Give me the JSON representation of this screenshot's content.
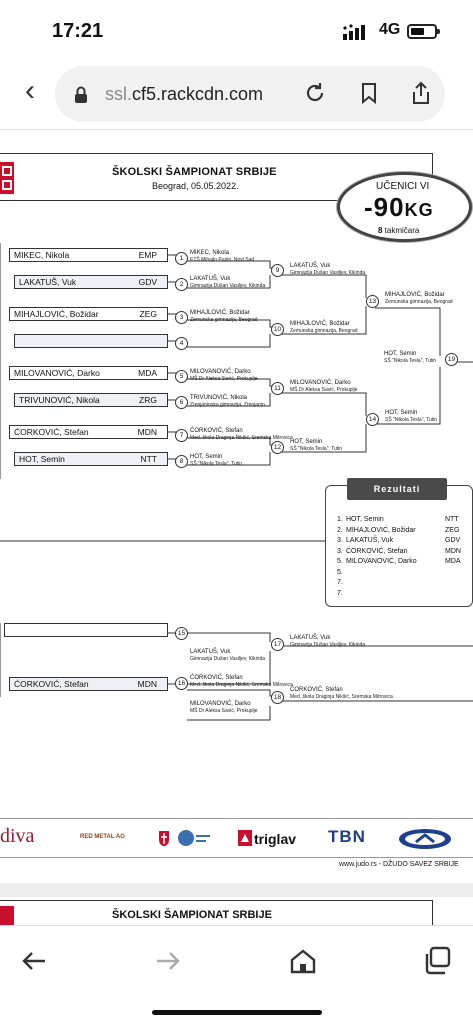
{
  "status": {
    "time": "17:21",
    "network": "4G",
    "battery_level": 0.6
  },
  "browser": {
    "url_dim": "ssl.",
    "url_main": "cf5.rackcdn.com"
  },
  "doc": {
    "title": "ŠKOLSKI ŠAMPIONAT SRBIJE",
    "subtitle": "Beograd, 05.05.2022.",
    "category_line1": "UČENICI VI",
    "weight": "-90",
    "weight_unit": "KG",
    "count": "8",
    "count_label": " takmičara",
    "entries": [
      {
        "name": "MIKEC, Nikola",
        "club": "EMP"
      },
      {
        "name": "LAKATUŠ, Vuk",
        "club": "GDV"
      },
      {
        "name": "MIHAJLOVIĆ, Božidar",
        "club": "ZEG"
      },
      {
        "name": "",
        "club": ""
      },
      {
        "name": "MILOVANOVIĆ, Darko",
        "club": "MDA"
      },
      {
        "name": "TRIVUNOVIĆ, Nikola",
        "club": "ZRG"
      },
      {
        "name": "ĆORKOVIĆ, Stefan",
        "club": "MDN"
      },
      {
        "name": "HOT, Semin",
        "club": "NTT"
      }
    ],
    "r1": [
      {
        "name": "MIKEC, Nikola",
        "school": "ETŠ Mihajlo Pupin, Novi Sad"
      },
      {
        "name": "LAKATUŠ, Vuk",
        "school": "Gimnazija Dušan Vasiljev, Kikinda"
      },
      {
        "name": "MIHAJLOVIĆ, Božidar",
        "school": "Zemunska gimnazija, Beograd"
      },
      {
        "name": "",
        "school": ""
      },
      {
        "name": "MILOVANOVIĆ, Darko",
        "school": "MŠ Dr Aleksa Savić, Prokuplje"
      },
      {
        "name": "TRIVUNOVIĆ, Nikola",
        "school": "Zrenjaninska gimnazija, Zrenjanin"
      },
      {
        "name": "ĆORKOVIĆ, Stefan",
        "school": "Med. škola Draginja Nikšić, Sremska Mitrovica"
      },
      {
        "name": "HOT, Semin",
        "school": "SŠ \"Nikola Tesla\", Tutin"
      }
    ],
    "r2": [
      {
        "name": "LAKATUŠ, Vuk",
        "school": "Gimnazija Dušan Vasiljev, Kikinda"
      },
      {
        "name": "MIHAJLOVIĆ, Božidar",
        "school": "Zemunska gimnazija, Beograd"
      },
      {
        "name": "MILOVANOVIĆ, Darko",
        "school": "MŠ Dr Aleksa Savić, Prokuplje"
      },
      {
        "name": "HOT, Semin",
        "school": "SŠ \"Nikola Tesla\", Tutin"
      }
    ],
    "r3": [
      {
        "name": "MIHAJLOVIĆ, Božidar",
        "school": "Zemunska gimnazija, Beograd"
      },
      {
        "name": "HOT, Semin",
        "school": "SŠ \"Nikola Tesla\", Tutin"
      }
    ],
    "final": {
      "name": "HOT, Semin",
      "school": "SŠ \"Nikola Tesla\", Tutin"
    },
    "matches": [
      "1",
      "2",
      "3",
      "4",
      "5",
      "6",
      "7",
      "8",
      "9",
      "10",
      "11",
      "12",
      "13",
      "14",
      "19",
      "15",
      "16",
      "17",
      "18"
    ],
    "results_title": "Rezultati",
    "results": [
      {
        "place": "1.",
        "name": "HOT, Semin",
        "club": "NTT"
      },
      {
        "place": "2.",
        "name": "MIHAJLOVIĆ, Božidar",
        "club": "ZEG"
      },
      {
        "place": "3.",
        "name": "LAKATUŠ, Vuk",
        "club": "GDV"
      },
      {
        "place": "3.",
        "name": "ĆORKOVIĆ, Stefan",
        "club": "MDN"
      },
      {
        "place": "5.",
        "name": "MILOVANOVIĆ, Darko",
        "club": "MDA"
      },
      {
        "place": "5.",
        "name": "",
        "club": ""
      },
      {
        "place": "7.",
        "name": "",
        "club": ""
      },
      {
        "place": "7.",
        "name": "",
        "club": ""
      }
    ],
    "rep_entry2": {
      "name": "ĆORKOVIĆ, Stefan",
      "club": "MDN"
    },
    "rep15": {
      "name": "LAKATUŠ, Vuk",
      "school": "Gimnazija Dušan Vasiljev, Kikinda"
    },
    "rep16a": {
      "name": "ĆORKOVIĆ, Stefan",
      "school": "Med. škola Draginja Nikšić, Sremska Mitrovica"
    },
    "rep16b": {
      "name": "MILOVANOVIĆ, Darko",
      "school": "MŠ Dr Aleksa Savić, Prokuplje"
    },
    "rep17": {
      "name": "LAKATUŠ, Vuk",
      "school": "Gimnazija Dušan Vasiljev, Kikinda"
    },
    "rep18": {
      "name": "ĆORKOVIĆ, Stefan",
      "school": "Med. škola Draginja Nikšić, Sremska Mitrovica"
    },
    "sponsors": [
      "diva",
      "RED METAL AG",
      "triglav",
      "TBN"
    ],
    "footer": "www.judo.rs - DŽUDO SAVEZ SRBIJE",
    "next_title": "ŠKOLSKI ŠAMPIONAT SRBIJE"
  },
  "colors": {
    "brand_red": "#c8102e",
    "shade": "#eef0f6"
  },
  "icons": [
    "back-icon",
    "lock-icon",
    "reload-icon",
    "bookmark-icon",
    "share-icon",
    "nav-back-icon",
    "nav-forward-icon",
    "home-icon",
    "tabs-icon"
  ]
}
